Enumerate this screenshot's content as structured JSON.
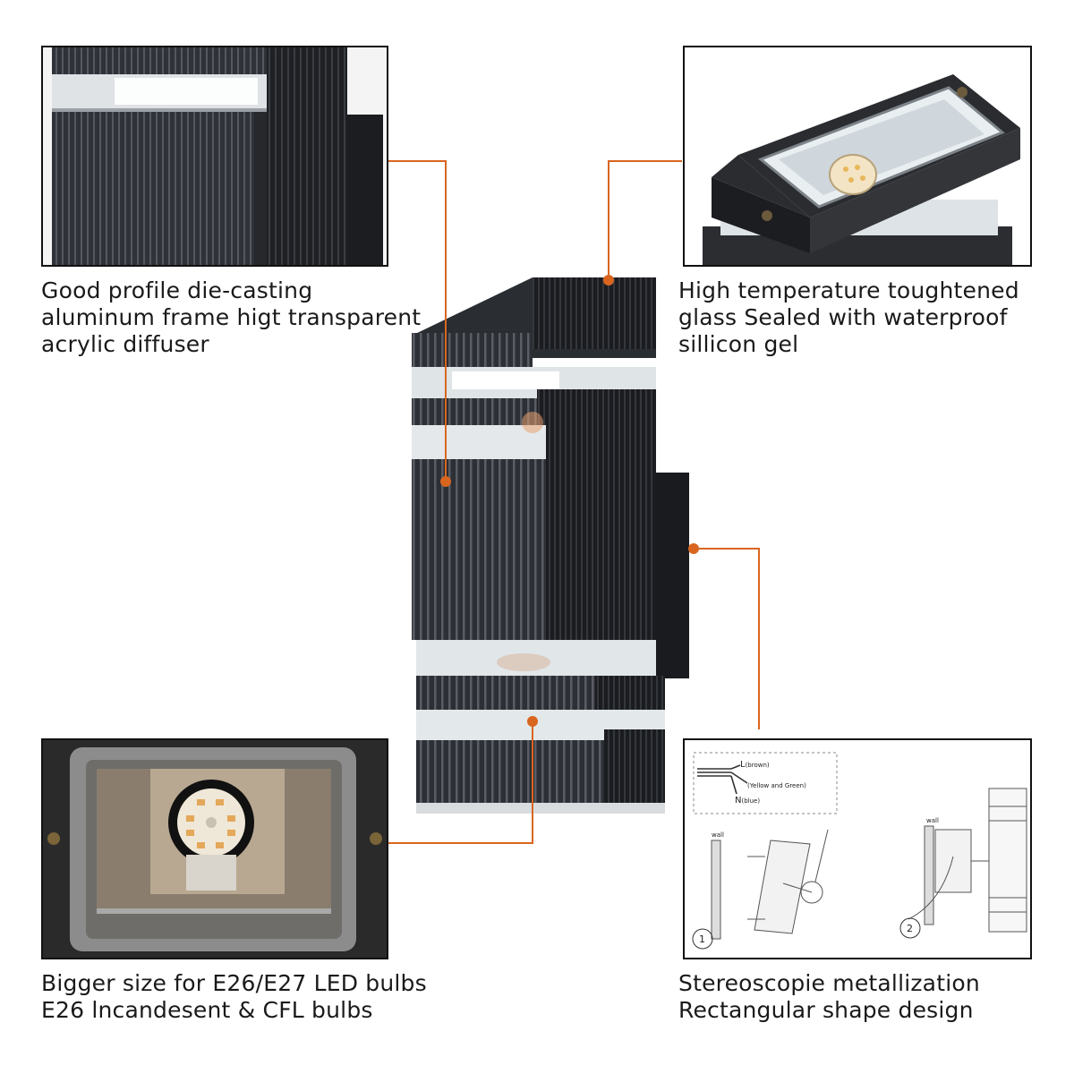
{
  "captions": {
    "top_left": [
      "Good profile die-casting",
      "aluminum frame higt transparent",
      "acrylic diffuser"
    ],
    "top_right": [
      "High temperature toughtened",
      "glass Sealed with waterproof",
      "sillicon gel"
    ],
    "bottom_left": [
      "Bigger size for E26/E27 LED bulbs",
      "E26 lncandesent & CFL bulbs"
    ],
    "bottom_right": [
      "Stereoscopie metallization",
      "Rectangular shape design"
    ]
  },
  "diagram": {
    "wire_l": "L",
    "wire_l_color": "(brown)",
    "wire_ground": "(Yellow and Green)",
    "wire_n": "N",
    "wire_n_color": "(blue)",
    "wall_label": "wall",
    "step1": "1",
    "step2": "2"
  },
  "colors": {
    "callout": "#d9661f",
    "lamp_body": "#2a2d33"
  }
}
